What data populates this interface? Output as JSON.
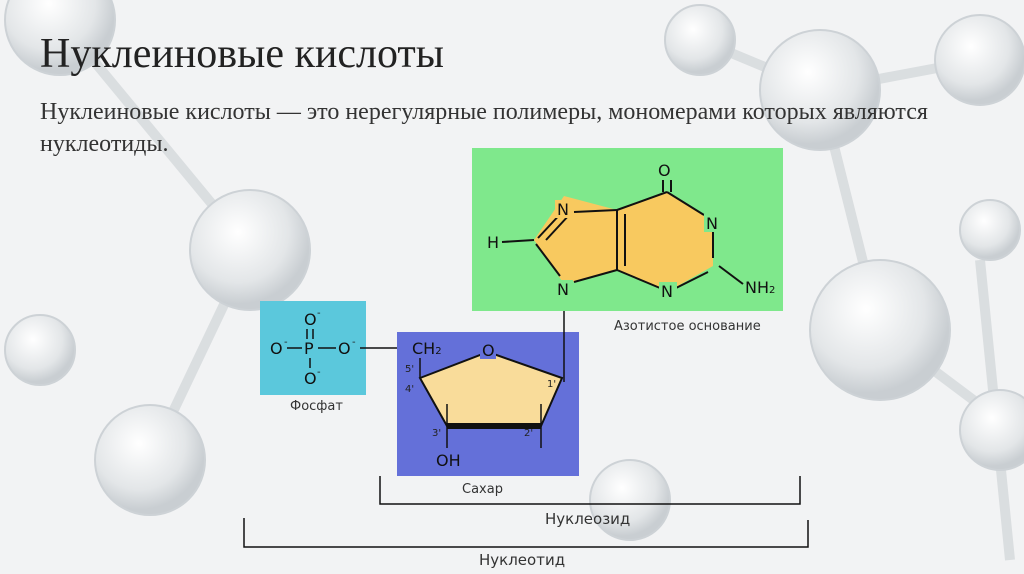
{
  "slide": {
    "title": "Нуклеиновые кислоты",
    "text": "Нуклеиновые кислоты — это нерегулярные полимеры, мономерами которых являются нуклеотиды."
  },
  "diagram": {
    "phosphate": {
      "top_o": "O",
      "top_charge": "-",
      "left_o": "O",
      "left_charge": "-",
      "p": "P",
      "right_o": "O",
      "right_charge": "-",
      "bottom_o": "O",
      "bottom_charge": "-",
      "caption": "Фосфат",
      "color": "#5bc8dc"
    },
    "sugar": {
      "ch2": "CH",
      "ch2_sub": "2",
      "ring_o": "O",
      "oh": "OH",
      "positions": [
        "5'",
        "4'",
        "3'",
        "2'",
        "1'"
      ],
      "caption": "Сахар",
      "box_color": "#6470d9",
      "ring_color": "#f9dc9a"
    },
    "base": {
      "caption": "Азотистое основание",
      "box_color": "#7fe88c",
      "ring_color": "#f8c95f",
      "o_top": "O",
      "n_top": "N",
      "n_right": "N",
      "n_bottom": "N",
      "n_left": "N",
      "h": "H",
      "nh2": "NH",
      "nh2_sub": "2"
    },
    "brackets": {
      "nucleoside": "Нуклеозид",
      "nucleotide": "Нуклеотид"
    }
  }
}
